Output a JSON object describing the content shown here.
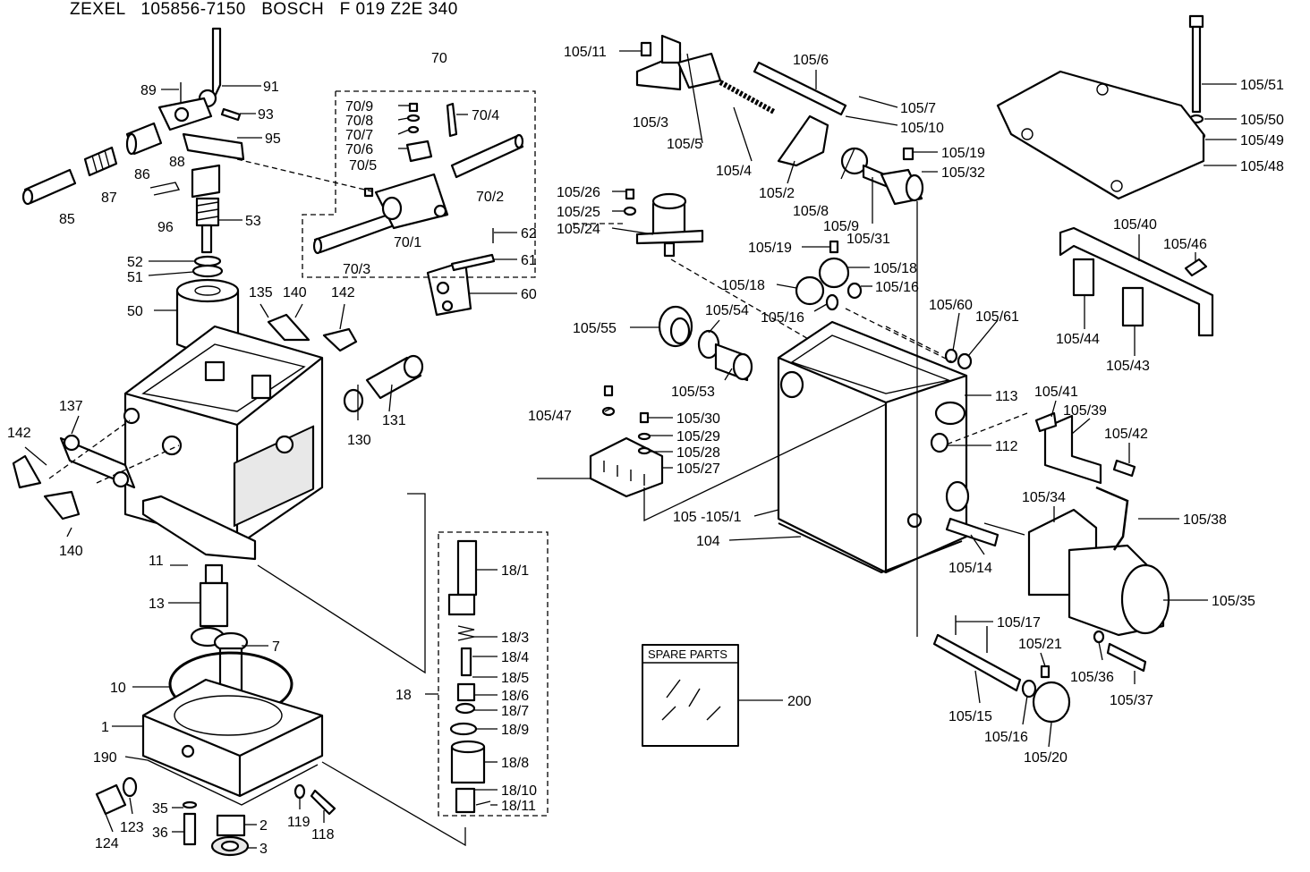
{
  "title": {
    "brand_a": "ZEXEL",
    "code_a": "105856-7150",
    "brand_b": "BOSCH",
    "code_b": "F 019 Z2E 340"
  },
  "spare_parts_box": {
    "label": "SPARE PARTS"
  },
  "labels": [
    {
      "id": "91",
      "text": "91"
    },
    {
      "id": "89",
      "text": "89"
    },
    {
      "id": "93",
      "text": "93"
    },
    {
      "id": "95",
      "text": "95"
    },
    {
      "id": "86",
      "text": "86"
    },
    {
      "id": "88",
      "text": "88"
    },
    {
      "id": "87",
      "text": "87"
    },
    {
      "id": "85",
      "text": "85"
    },
    {
      "id": "96",
      "text": "96"
    },
    {
      "id": "53",
      "text": "53"
    },
    {
      "id": "52",
      "text": "52"
    },
    {
      "id": "51",
      "text": "51"
    },
    {
      "id": "50",
      "text": "50"
    },
    {
      "id": "70",
      "text": "70"
    },
    {
      "id": "70_9",
      "text": "70/9"
    },
    {
      "id": "70_8",
      "text": "70/8"
    },
    {
      "id": "70_7",
      "text": "70/7"
    },
    {
      "id": "70_6",
      "text": "70/6"
    },
    {
      "id": "70_5",
      "text": "70/5"
    },
    {
      "id": "70_4",
      "text": "70/4"
    },
    {
      "id": "70_2",
      "text": "70/2"
    },
    {
      "id": "70_1",
      "text": "70/1"
    },
    {
      "id": "70_3",
      "text": "70/3"
    },
    {
      "id": "62",
      "text": "62"
    },
    {
      "id": "61",
      "text": "61"
    },
    {
      "id": "60",
      "text": "60"
    },
    {
      "id": "135",
      "text": "135"
    },
    {
      "id": "140a",
      "text": "140"
    },
    {
      "id": "142a",
      "text": "142"
    },
    {
      "id": "131",
      "text": "131"
    },
    {
      "id": "130",
      "text": "130"
    },
    {
      "id": "137",
      "text": "137"
    },
    {
      "id": "142b",
      "text": "142"
    },
    {
      "id": "140b",
      "text": "140"
    },
    {
      "id": "11",
      "text": "11"
    },
    {
      "id": "13",
      "text": "13"
    },
    {
      "id": "7",
      "text": "7"
    },
    {
      "id": "10",
      "text": "10"
    },
    {
      "id": "1",
      "text": "1"
    },
    {
      "id": "190",
      "text": "190"
    },
    {
      "id": "35",
      "text": "35"
    },
    {
      "id": "36",
      "text": "36"
    },
    {
      "id": "123",
      "text": "123"
    },
    {
      "id": "124",
      "text": "124"
    },
    {
      "id": "2",
      "text": "2"
    },
    {
      "id": "3",
      "text": "3"
    },
    {
      "id": "119",
      "text": "119"
    },
    {
      "id": "118",
      "text": "118"
    },
    {
      "id": "18",
      "text": "18"
    },
    {
      "id": "18_1",
      "text": "18/1"
    },
    {
      "id": "18_3",
      "text": "18/3"
    },
    {
      "id": "18_4",
      "text": "18/4"
    },
    {
      "id": "18_5",
      "text": "18/5"
    },
    {
      "id": "18_6",
      "text": "18/6"
    },
    {
      "id": "18_7",
      "text": "18/7"
    },
    {
      "id": "18_9",
      "text": "18/9"
    },
    {
      "id": "18_8",
      "text": "18/8"
    },
    {
      "id": "18_10",
      "text": "18/10"
    },
    {
      "id": "18_11",
      "text": "18/11"
    },
    {
      "id": "105_11",
      "text": "105/11"
    },
    {
      "id": "105_3",
      "text": "105/3"
    },
    {
      "id": "105_5",
      "text": "105/5"
    },
    {
      "id": "105_4",
      "text": "105/4"
    },
    {
      "id": "105_6",
      "text": "105/6"
    },
    {
      "id": "105_7",
      "text": "105/7"
    },
    {
      "id": "105_10",
      "text": "105/10"
    },
    {
      "id": "105_2",
      "text": "105/2"
    },
    {
      "id": "105_8",
      "text": "105/8"
    },
    {
      "id": "105_9",
      "text": "105/9"
    },
    {
      "id": "105_31",
      "text": "105/31"
    },
    {
      "id": "105_19a",
      "text": "105/19"
    },
    {
      "id": "105_32",
      "text": "105/32"
    },
    {
      "id": "105_26",
      "text": "105/26"
    },
    {
      "id": "105_25",
      "text": "105/25"
    },
    {
      "id": "105_24",
      "text": "105/24"
    },
    {
      "id": "105_19b",
      "text": "105/19"
    },
    {
      "id": "105_18a",
      "text": "105/18"
    },
    {
      "id": "105_18b",
      "text": "105/18"
    },
    {
      "id": "105_16a",
      "text": "105/16"
    },
    {
      "id": "105_16b",
      "text": "105/16"
    },
    {
      "id": "105_55",
      "text": "105/55"
    },
    {
      "id": "105_54",
      "text": "105/54"
    },
    {
      "id": "105_53",
      "text": "105/53"
    },
    {
      "id": "105_60",
      "text": "105/60"
    },
    {
      "id": "105_61",
      "text": "105/61"
    },
    {
      "id": "113",
      "text": "113"
    },
    {
      "id": "112",
      "text": "112"
    },
    {
      "id": "105_47",
      "text": "105/47"
    },
    {
      "id": "105_30",
      "text": "105/30"
    },
    {
      "id": "105_29",
      "text": "105/29"
    },
    {
      "id": "105_28",
      "text": "105/28"
    },
    {
      "id": "105_27",
      "text": "105/27"
    },
    {
      "id": "105_105_1",
      "text": "105 -105/1"
    },
    {
      "id": "104",
      "text": "104"
    },
    {
      "id": "105_14",
      "text": "105/14"
    },
    {
      "id": "105_51",
      "text": "105/51"
    },
    {
      "id": "105_50",
      "text": "105/50"
    },
    {
      "id": "105_49",
      "text": "105/49"
    },
    {
      "id": "105_48",
      "text": "105/48"
    },
    {
      "id": "105_40",
      "text": "105/40"
    },
    {
      "id": "105_46",
      "text": "105/46"
    },
    {
      "id": "105_44",
      "text": "105/44"
    },
    {
      "id": "105_43",
      "text": "105/43"
    },
    {
      "id": "105_41",
      "text": "105/41"
    },
    {
      "id": "105_39",
      "text": "105/39"
    },
    {
      "id": "105_42",
      "text": "105/42"
    },
    {
      "id": "105_34",
      "text": "105/34"
    },
    {
      "id": "105_38",
      "text": "105/38"
    },
    {
      "id": "105_35",
      "text": "105/35"
    },
    {
      "id": "105_36",
      "text": "105/36"
    },
    {
      "id": "105_37",
      "text": "105/37"
    },
    {
      "id": "105_17",
      "text": "105/17"
    },
    {
      "id": "105_21",
      "text": "105/21"
    },
    {
      "id": "105_15",
      "text": "105/15"
    },
    {
      "id": "105_16c",
      "text": "105/16"
    },
    {
      "id": "105_20",
      "text": "105/20"
    },
    {
      "id": "200",
      "text": "200"
    }
  ]
}
